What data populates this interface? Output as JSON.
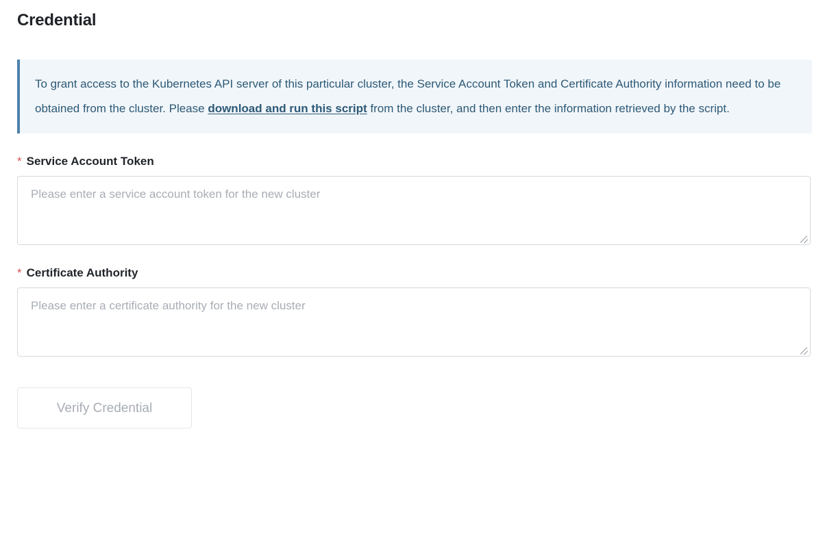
{
  "page": {
    "title": "Credential"
  },
  "info_box": {
    "text_before_link": "To grant access to the Kubernetes API server of this particular cluster, the Service Account Token and Certificate Authority information need to be obtained from the cluster. Please ",
    "link_label": "download and run this script",
    "text_after_link": " from the cluster, and then enter the information retrieved by the script.",
    "accent_color": "#4d81ac",
    "background_color": "#f1f6fa",
    "text_color": "#2d5976"
  },
  "fields": {
    "service_account_token": {
      "label": "Service Account Token",
      "required_marker": "*",
      "placeholder": "Please enter a service account token for the new cluster",
      "value": ""
    },
    "certificate_authority": {
      "label": "Certificate Authority",
      "required_marker": "*",
      "placeholder": "Please enter a certificate authority for the new cluster",
      "value": ""
    }
  },
  "actions": {
    "verify_label": "Verify Credential",
    "verify_disabled": true
  },
  "colors": {
    "required_star": "#d9534f",
    "border": "#d6d9dd",
    "placeholder": "#a8adb4",
    "disabled_text": "#a8adb4"
  }
}
